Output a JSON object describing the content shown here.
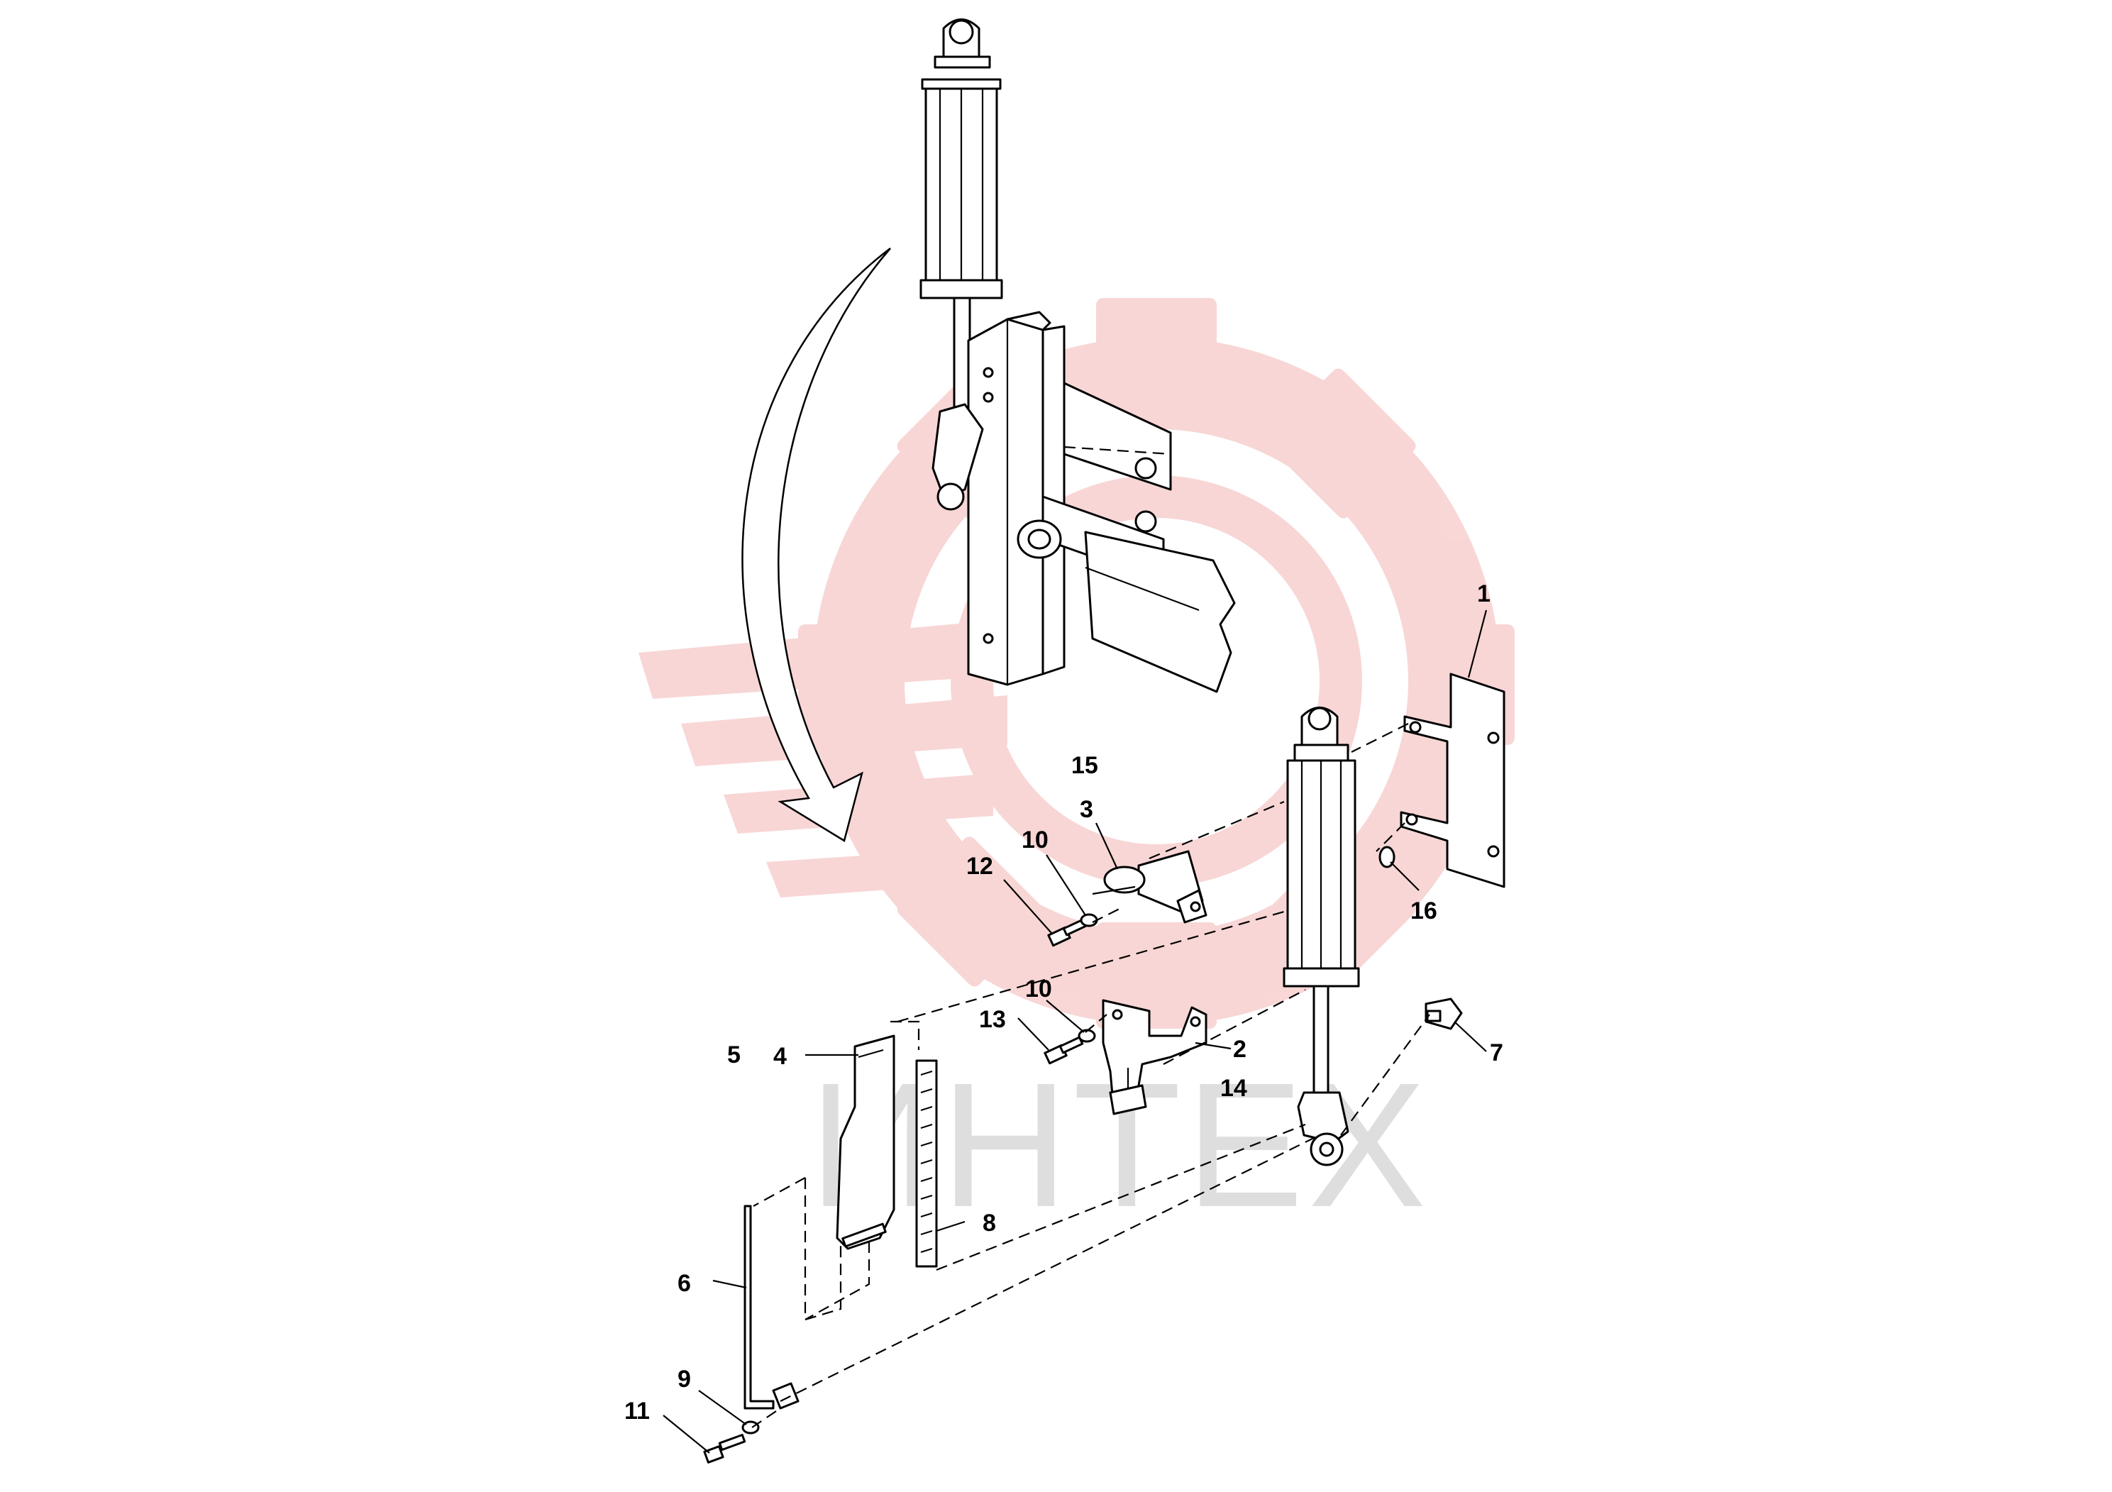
{
  "watermark": {
    "text": "ИНТЕХ",
    "gear_color": "#f4b6b6"
  },
  "callouts": [
    {
      "id": "c1",
      "text": "1"
    },
    {
      "id": "c2",
      "text": "2"
    },
    {
      "id": "c3",
      "text": "3"
    },
    {
      "id": "c4",
      "text": "4"
    },
    {
      "id": "c5",
      "text": "5"
    },
    {
      "id": "c6",
      "text": "6"
    },
    {
      "id": "c7",
      "text": "7"
    },
    {
      "id": "c8",
      "text": "8"
    },
    {
      "id": "c9",
      "text": "9"
    },
    {
      "id": "c10a",
      "text": "10"
    },
    {
      "id": "c10b",
      "text": "10"
    },
    {
      "id": "c11",
      "text": "11"
    },
    {
      "id": "c12",
      "text": "12"
    },
    {
      "id": "c13",
      "text": "13"
    },
    {
      "id": "c14",
      "text": "14"
    },
    {
      "id": "c15",
      "text": "15"
    },
    {
      "id": "c16",
      "text": "16"
    }
  ]
}
